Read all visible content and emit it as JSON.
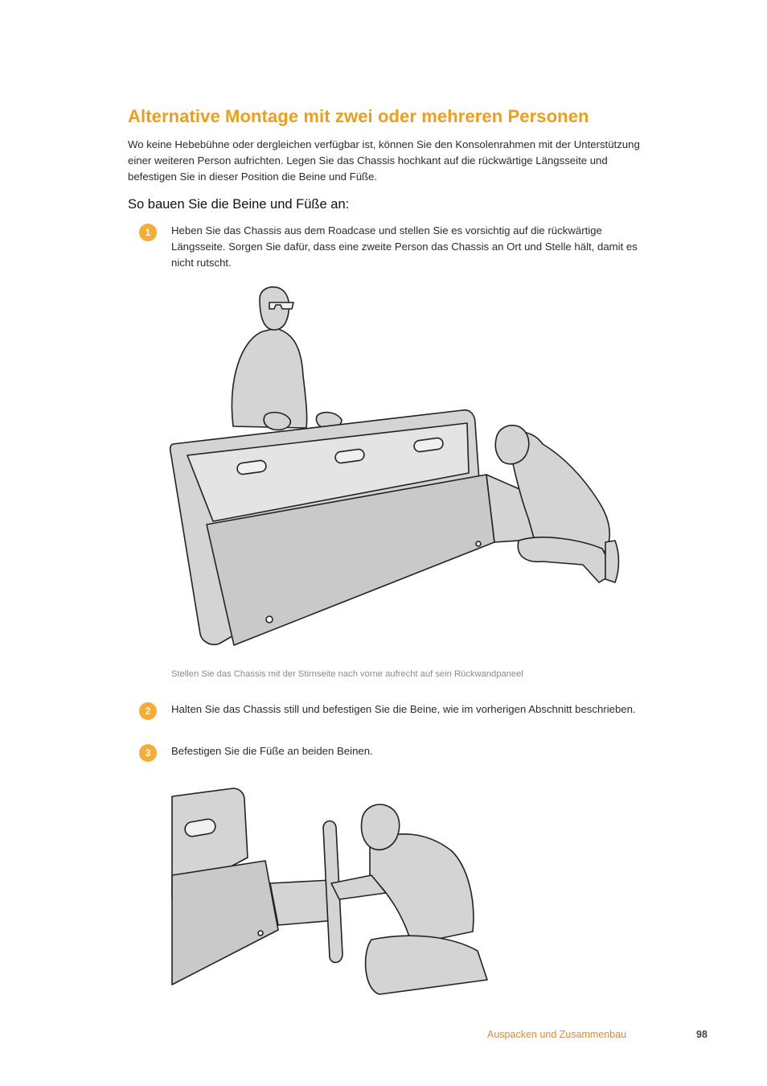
{
  "section": {
    "title": "Alternative Montage mit zwei oder mehreren Personen",
    "intro": "Wo keine Hebebühne oder dergleichen verfügbar ist, können Sie den Konsolenrahmen mit der Unterstützung einer weiteren Person aufrichten. Legen Sie das Chassis hochkant auf die rückwärtige Längsseite und befestigen Sie in dieser Position die Beine und Füße."
  },
  "subsection": {
    "title": "So bauen Sie die Beine und Füße an:"
  },
  "steps": [
    {
      "number": "1",
      "text": "Heben Sie das Chassis aus dem Roadcase und stellen Sie es vorsichtig auf die rückwärtige Längsseite. Sorgen Sie dafür, dass eine zweite Person das Chassis an Ort und Stelle hält, damit es nicht rutscht."
    },
    {
      "number": "2",
      "text": "Halten Sie das Chassis still und befestigen Sie die Beine, wie im vorherigen Abschnitt beschrieben."
    },
    {
      "number": "3",
      "text": "Befestigen Sie die Füße an beiden Beinen."
    }
  ],
  "figures": {
    "figure1_caption": "Stellen Sie das Chassis mit der Stirnseite nach vorne aufrecht auf sein Rückwandpaneel"
  },
  "footer": {
    "section_name": "Auspacken und Zusammenbau",
    "page_number": "98"
  },
  "colors": {
    "accent": "#f29d1a",
    "step_badge": "#f5ad35",
    "footer_text": "#e8892a",
    "illustration_fill": "#d4d4d4"
  }
}
